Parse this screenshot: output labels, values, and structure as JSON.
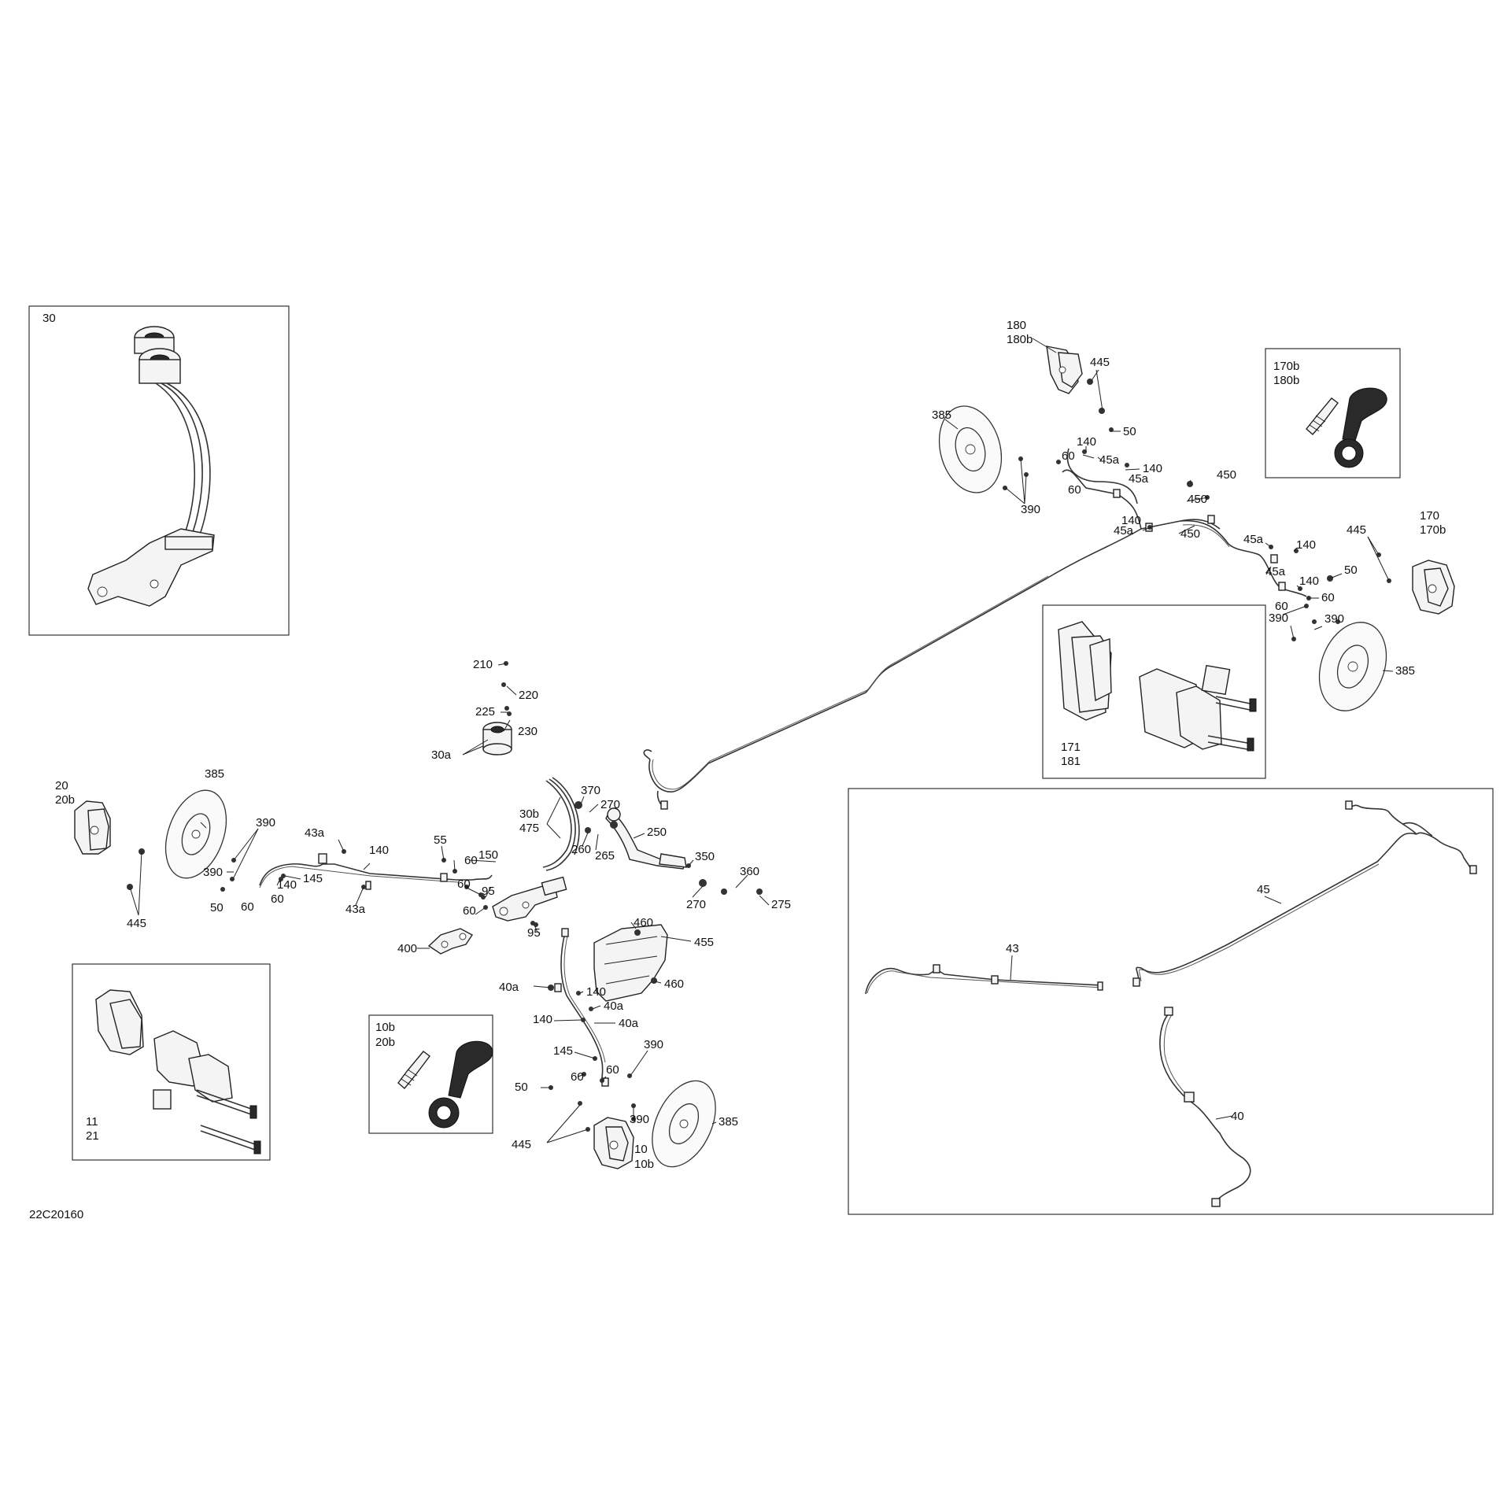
{
  "drawing_id": "22C20160",
  "insets": {
    "master_cylinder": {
      "labels": [
        "30"
      ]
    },
    "bleeder_rear": {
      "labels": [
        "170b",
        "180b"
      ]
    },
    "pads_rear": {
      "labels": [
        "171",
        "181"
      ]
    },
    "pads_front": {
      "labels": [
        "11",
        "21"
      ]
    },
    "bleeder_front": {
      "labels": [
        "10b",
        "20b"
      ]
    },
    "lines_overview": {
      "labels": [
        "43",
        "45",
        "40"
      ]
    }
  },
  "callouts": [
    {
      "id": "c180",
      "text": "180"
    },
    {
      "id": "c180b",
      "text": "180b"
    },
    {
      "id": "c445r",
      "text": "445"
    },
    {
      "id": "c385r",
      "text": "385"
    },
    {
      "id": "c50r",
      "text": "50"
    },
    {
      "id": "c140r1",
      "text": "140"
    },
    {
      "id": "c60r1",
      "text": "60"
    },
    {
      "id": "c45ar1",
      "text": "45a"
    },
    {
      "id": "c140r2",
      "text": "140"
    },
    {
      "id": "c45ar2",
      "text": "45a"
    },
    {
      "id": "c60r2",
      "text": "60"
    },
    {
      "id": "c450a",
      "text": "450"
    },
    {
      "id": "c450b",
      "text": "450"
    },
    {
      "id": "c390r",
      "text": "390"
    },
    {
      "id": "c140r3",
      "text": "140"
    },
    {
      "id": "c45ar3",
      "text": "45a"
    },
    {
      "id": "c450c",
      "text": "450"
    },
    {
      "id": "c45ar4",
      "text": "45a"
    },
    {
      "id": "c140r4",
      "text": "140"
    },
    {
      "id": "c45ar5",
      "text": "45a"
    },
    {
      "id": "c445rr",
      "text": "445"
    },
    {
      "id": "c170",
      "text": "170"
    },
    {
      "id": "c170b",
      "text": "170b"
    },
    {
      "id": "c50rr",
      "text": "50"
    },
    {
      "id": "c140r5",
      "text": "140"
    },
    {
      "id": "c60r3",
      "text": "60"
    },
    {
      "id": "c60r4",
      "text": "60"
    },
    {
      "id": "c390r2",
      "text": "390"
    },
    {
      "id": "c390r3",
      "text": "390"
    },
    {
      "id": "c385rr",
      "text": "385"
    },
    {
      "id": "c210",
      "text": "210"
    },
    {
      "id": "c220",
      "text": "220"
    },
    {
      "id": "c225",
      "text": "225"
    },
    {
      "id": "c230",
      "text": "230"
    },
    {
      "id": "c30a",
      "text": "30a"
    },
    {
      "id": "c20",
      "text": "20"
    },
    {
      "id": "c20b",
      "text": "20b"
    },
    {
      "id": "c385l",
      "text": "385"
    },
    {
      "id": "c390l1",
      "text": "390"
    },
    {
      "id": "c43a1",
      "text": "43a"
    },
    {
      "id": "c140l1",
      "text": "140"
    },
    {
      "id": "c390l2",
      "text": "390"
    },
    {
      "id": "c145l",
      "text": "145"
    },
    {
      "id": "c140l2",
      "text": "140"
    },
    {
      "id": "c50l",
      "text": "50"
    },
    {
      "id": "c60l1",
      "text": "60"
    },
    {
      "id": "c60l2",
      "text": "60"
    },
    {
      "id": "c43a2",
      "text": "43a"
    },
    {
      "id": "c445l",
      "text": "445"
    },
    {
      "id": "c55",
      "text": "55"
    },
    {
      "id": "c60c1",
      "text": "60"
    },
    {
      "id": "c150",
      "text": "150"
    },
    {
      "id": "c60c2",
      "text": "60"
    },
    {
      "id": "c95a",
      "text": "95"
    },
    {
      "id": "c60c3",
      "text": "60"
    },
    {
      "id": "c95b",
      "text": "95"
    },
    {
      "id": "c400",
      "text": "400"
    },
    {
      "id": "c30b",
      "text": "30b"
    },
    {
      "id": "c475",
      "text": "475"
    },
    {
      "id": "c370",
      "text": "370"
    },
    {
      "id": "c270a",
      "text": "270"
    },
    {
      "id": "c260",
      "text": "260"
    },
    {
      "id": "c265",
      "text": "265"
    },
    {
      "id": "c250",
      "text": "250"
    },
    {
      "id": "c350",
      "text": "350"
    },
    {
      "id": "c360",
      "text": "360"
    },
    {
      "id": "c270b",
      "text": "270"
    },
    {
      "id": "c275",
      "text": "275"
    },
    {
      "id": "c460a",
      "text": "460"
    },
    {
      "id": "c455",
      "text": "455"
    },
    {
      "id": "c460b",
      "text": "460"
    },
    {
      "id": "c40a1",
      "text": "40a"
    },
    {
      "id": "c140f1",
      "text": "140"
    },
    {
      "id": "c40a2",
      "text": "40a"
    },
    {
      "id": "c140f2",
      "text": "140"
    },
    {
      "id": "c40a3",
      "text": "40a"
    },
    {
      "id": "c145f",
      "text": "145"
    },
    {
      "id": "c390f1",
      "text": "390"
    },
    {
      "id": "c60f1",
      "text": "60"
    },
    {
      "id": "c60f2",
      "text": "60"
    },
    {
      "id": "c50f",
      "text": "50"
    },
    {
      "id": "c390f2",
      "text": "390"
    },
    {
      "id": "c385f",
      "text": "385"
    },
    {
      "id": "c445f",
      "text": "445"
    },
    {
      "id": "c10",
      "text": "10"
    },
    {
      "id": "c10b",
      "text": "10b"
    }
  ]
}
